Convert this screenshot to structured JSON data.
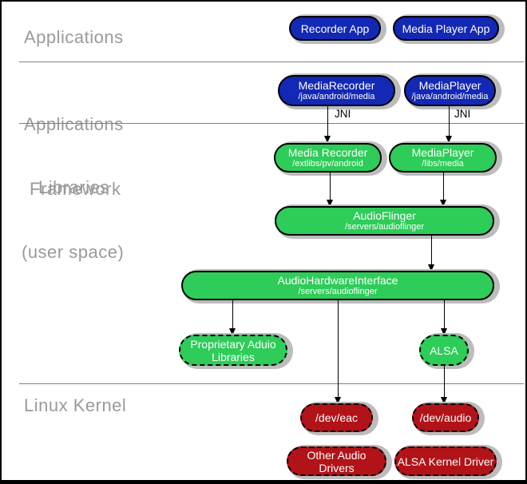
{
  "layers": {
    "applications": {
      "label": "Applications"
    },
    "framework": {
      "label_line1": "Applications",
      "label_line2": "Framework"
    },
    "libraries": {
      "label_line1": "Libraries",
      "label_line2": "(user space)"
    },
    "kernel": {
      "label": "Linux Kernel"
    }
  },
  "nodes": {
    "recorder_app": {
      "title": "Recorder App"
    },
    "media_player_app": {
      "title": "Media Player App"
    },
    "media_recorder_fw": {
      "title": "MediaRecorder",
      "subtitle": "/java/android/media"
    },
    "media_player_fw": {
      "title": "MediaPlayer",
      "subtitle": "/java/android/media"
    },
    "media_recorder_lib": {
      "title": "Media Recorder",
      "subtitle": "/extlibs/pv/android"
    },
    "media_player_lib": {
      "title": "MediaPlayer",
      "subtitle": "/libs/media"
    },
    "audio_flinger": {
      "title": "AudioFlinger",
      "subtitle": "/servers/audioflinger"
    },
    "audio_hardware_interface": {
      "title": "AudioHardwareInterface",
      "subtitle": "/servers/audioflinger"
    },
    "proprietary_audio_libraries": {
      "title": "Proprietary Aduio Libraries"
    },
    "alsa": {
      "title": "ALSA"
    },
    "dev_eac": {
      "title": "/dev/eac"
    },
    "dev_audio": {
      "title": "/dev/audio"
    },
    "other_audio_drivers": {
      "title": "Other Audio Drivers"
    },
    "alsa_kernel_driver": {
      "title": "ALSA Kernel Driver"
    }
  },
  "edge_labels": {
    "jni_left": "JNI",
    "jni_right": "JNI"
  },
  "colors": {
    "app_blue": "#1328b4",
    "lib_green": "#2ecc59",
    "kernel_red": "#b11318",
    "shadow_gray": "#bcbcbc",
    "layer_label_gray": "#9a9a9a",
    "divider_gray": "#808080"
  }
}
